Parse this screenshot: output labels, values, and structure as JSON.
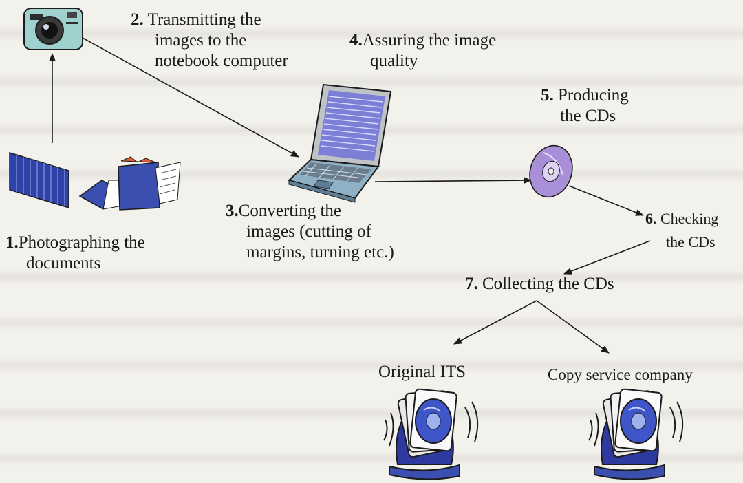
{
  "steps": [
    {
      "number": "1.",
      "lines": [
        "Photographing the",
        "documents"
      ]
    },
    {
      "number": "2.",
      "lines": [
        "Transmitting the",
        "images to the",
        "notebook computer"
      ]
    },
    {
      "number": "3.",
      "lines": [
        "Converting the",
        "images (cutting of",
        "margins, turning etc.)"
      ]
    },
    {
      "number": "4.",
      "lines": [
        "Assuring the image",
        "quality"
      ]
    },
    {
      "number": "5.",
      "lines": [
        "Producing",
        "the CDs"
      ]
    },
    {
      "number": "6.",
      "lines": [
        "Checking",
        "the CDs"
      ]
    },
    {
      "number": "7.",
      "lines": [
        "Collecting the CDs"
      ]
    }
  ],
  "destinations": [
    "Original ITS",
    "Copy service company"
  ],
  "icons": [
    "camera-icon",
    "document-files-icon",
    "notebook-computer-icon",
    "cd-icon",
    "cd-stack-icon"
  ],
  "colors": {
    "ink": "#1b1b1b",
    "folder_blue": "#3a4fb0",
    "screen": "#7c7fd6",
    "cd_purple": "#a98fd8",
    "paper": "#f3f1ec"
  }
}
